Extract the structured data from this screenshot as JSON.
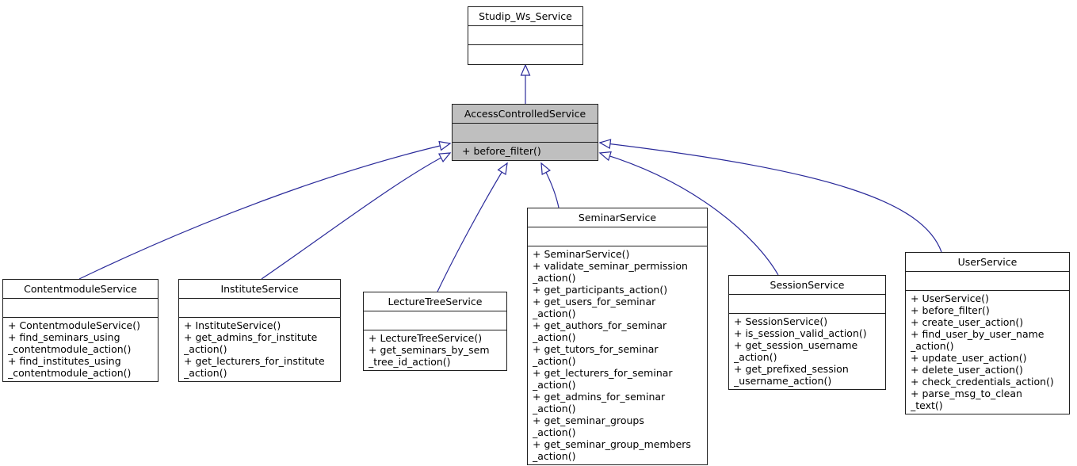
{
  "diagram": {
    "type": "uml-inheritance-graph",
    "colors": {
      "background": "#ffffff",
      "edge": "#2a2a9a",
      "node_border": "#1f1f1f",
      "node_fill": "#ffffff",
      "highlighted_node_fill": "#bfbfbf",
      "text": "#000000"
    }
  },
  "classes": {
    "studip_ws_service": {
      "name": "Studip_Ws_Service",
      "methods": []
    },
    "access_controlled_service": {
      "name": "AccessControlledService",
      "highlighted": true,
      "methods": [
        "+ before_filter()"
      ]
    },
    "contentmodule_service": {
      "name": "ContentmoduleService",
      "methods": [
        "+ ContentmoduleService()",
        "+ find_seminars_using\n_contentmodule_action()",
        "+ find_institutes_using\n_contentmodule_action()"
      ]
    },
    "institute_service": {
      "name": "InstituteService",
      "methods": [
        "+ InstituteService()",
        "+ get_admins_for_institute\n_action()",
        "+ get_lecturers_for_institute\n_action()"
      ]
    },
    "lecture_tree_service": {
      "name": "LectureTreeService",
      "methods": [
        "+ LectureTreeService()",
        "+ get_seminars_by_sem\n_tree_id_action()"
      ]
    },
    "seminar_service": {
      "name": "SeminarService",
      "methods": [
        "+ SeminarService()",
        "+ validate_seminar_permission\n_action()",
        "+ get_participants_action()",
        "+ get_users_for_seminar\n_action()",
        "+ get_authors_for_seminar\n_action()",
        "+ get_tutors_for_seminar\n_action()",
        "+ get_lecturers_for_seminar\n_action()",
        "+ get_admins_for_seminar\n_action()",
        "+ get_seminar_groups\n_action()",
        "+ get_seminar_group_members\n_action()"
      ]
    },
    "session_service": {
      "name": "SessionService",
      "methods": [
        "+ SessionService()",
        "+ is_session_valid_action()",
        "+ get_session_username\n_action()",
        "+ get_prefixed_session\n_username_action()"
      ]
    },
    "user_service": {
      "name": "UserService",
      "methods": [
        "+ UserService()",
        "+ before_filter()",
        "+ create_user_action()",
        "+ find_user_by_user_name\n_action()",
        "+ update_user_action()",
        "+ delete_user_action()",
        "+ check_credentials_action()",
        "+ parse_msg_to_clean\n_text()"
      ]
    }
  },
  "relations": [
    {
      "child": "AccessControlledService",
      "parent": "Studip_Ws_Service",
      "type": "inheritance"
    },
    {
      "child": "ContentmoduleService",
      "parent": "AccessControlledService",
      "type": "inheritance"
    },
    {
      "child": "InstituteService",
      "parent": "AccessControlledService",
      "type": "inheritance"
    },
    {
      "child": "LectureTreeService",
      "parent": "AccessControlledService",
      "type": "inheritance"
    },
    {
      "child": "SeminarService",
      "parent": "AccessControlledService",
      "type": "inheritance"
    },
    {
      "child": "SessionService",
      "parent": "AccessControlledService",
      "type": "inheritance"
    },
    {
      "child": "UserService",
      "parent": "AccessControlledService",
      "type": "inheritance"
    }
  ]
}
